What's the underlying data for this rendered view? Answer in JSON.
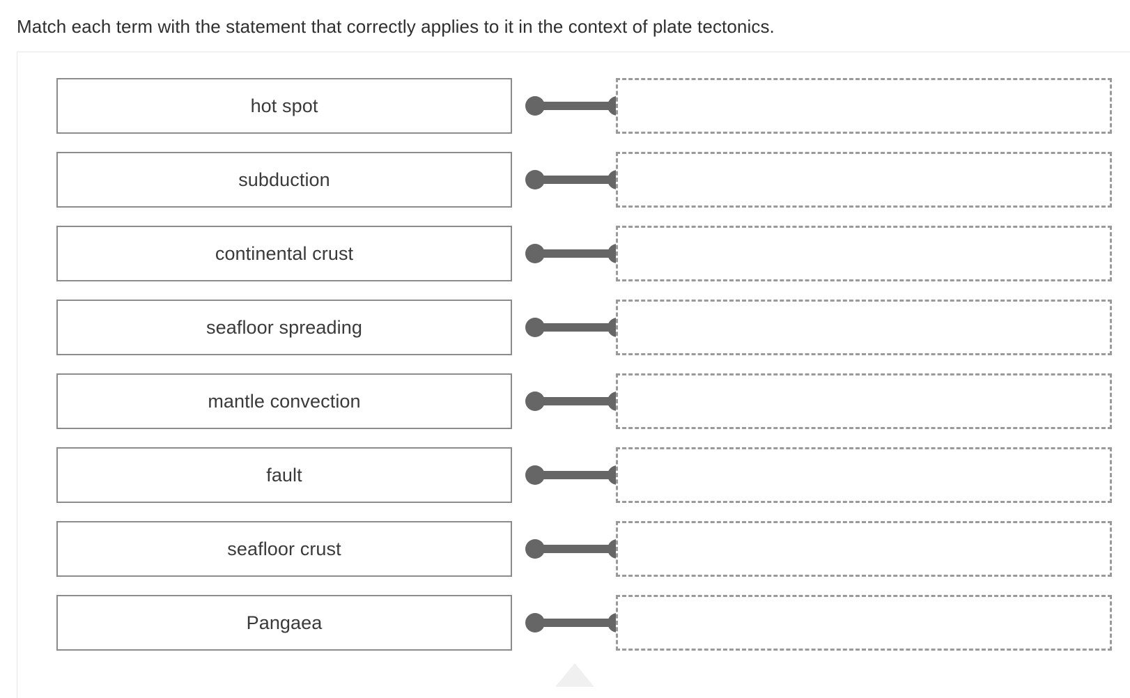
{
  "prompt": {
    "text": "Match each term with the statement that correctly applies to it in the context of plate tectonics."
  },
  "question": {
    "type": "matching",
    "instruction_visible": true,
    "rows": [
      {
        "term": "hot spot",
        "answer": "",
        "drop_zone_placeholder": ""
      },
      {
        "term": "subduction",
        "answer": "",
        "drop_zone_placeholder": ""
      },
      {
        "term": "continental crust",
        "answer": "",
        "drop_zone_placeholder": ""
      },
      {
        "term": "seafloor spreading",
        "answer": "",
        "drop_zone_placeholder": ""
      },
      {
        "term": "mantle convection",
        "answer": "",
        "drop_zone_placeholder": ""
      },
      {
        "term": "fault",
        "answer": "",
        "drop_zone_placeholder": ""
      },
      {
        "term": "seafloor crust",
        "answer": "",
        "drop_zone_placeholder": ""
      },
      {
        "term": "Pangaea",
        "answer": "",
        "drop_zone_placeholder": ""
      }
    ]
  },
  "icons": {
    "connector": "dumbbell-connector-icon",
    "scroll_hint": "triangle-up-icon"
  },
  "colors": {
    "page_background": "#ffffff",
    "prompt_text": "#2f2f2f",
    "term_text": "#3a3a3a",
    "term_border": "#8c8c8c",
    "drop_zone_border": "#9a9a9a",
    "connector": "#666666",
    "card_border": "#e6e6e6",
    "scroll_hint": "#f0f0f0"
  }
}
